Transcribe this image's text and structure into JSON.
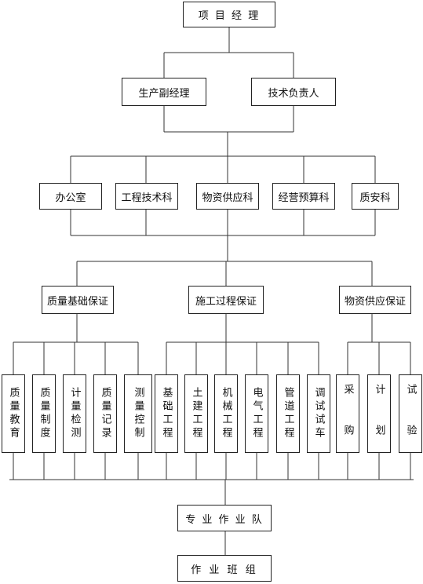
{
  "top": "项 目 经 理",
  "level2": [
    "生产副经理",
    "技术负责人"
  ],
  "departments": [
    "办公室",
    "工程技术科",
    "物资供应科",
    "经营预算科",
    "质安科"
  ],
  "guarantees": [
    "质量基础保证",
    "施工过程保证",
    "物资供应保证"
  ],
  "leaves": [
    "质量教育",
    "质量制度",
    "计量检测",
    "质量记录",
    "测量控制",
    "基础工程",
    "土建工程",
    "机械工程",
    "电气工程",
    "管道工程",
    "调试试车",
    "采 购",
    "计 划",
    "试 验"
  ],
  "team": "专 业 作 业 队",
  "squad": "作 业 班 组"
}
